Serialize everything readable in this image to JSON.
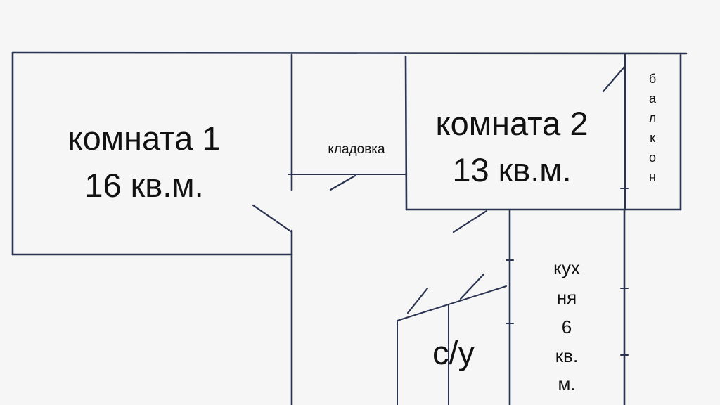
{
  "rooms": {
    "room1": {
      "name": "комната 1",
      "area": "16 кв.м."
    },
    "storage": {
      "name": "кладовка"
    },
    "room2": {
      "name": "комната 2",
      "area": "13 кв.м."
    },
    "balcony": {
      "letters": [
        "б",
        "а",
        "л",
        "к",
        "о",
        "н"
      ]
    },
    "kitchen": {
      "lines": [
        "кух",
        "ня",
        "6",
        "кв.",
        "м."
      ]
    },
    "bathroom": {
      "name": "с/у"
    }
  }
}
